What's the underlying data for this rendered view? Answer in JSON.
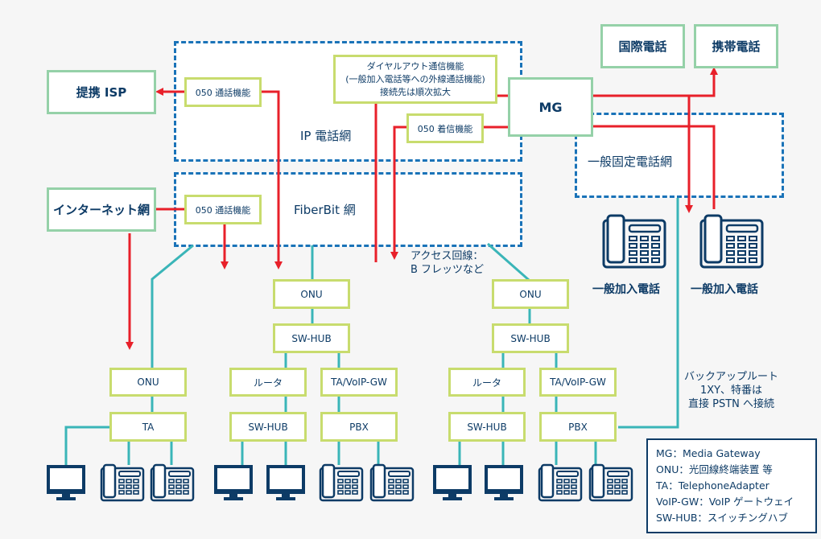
{
  "zones": {
    "ip_network": "IP 電話網",
    "fiberbit_network": "FiberBit 網",
    "fixed_network": "一般固定電話網"
  },
  "external": {
    "partner_isp": "提携 ISP",
    "internet": "インターネット網",
    "international": "国際電話",
    "mobile": "携帯電話",
    "mg": "MG"
  },
  "functions": {
    "call_050_ip": "050 通話機能",
    "call_050_fiber": "050 通話機能",
    "incoming_050": "050 着信機能",
    "dialout": [
      "ダイヤルアウト通信機能",
      "(一般加入電話等への外線通話機能)",
      "接続先は順次拡大"
    ]
  },
  "access_note": [
    "アクセス回線：",
    "B フレッツなど"
  ],
  "subscriber_phones": [
    "一般加入電話",
    "一般加入電話"
  ],
  "backup_note": [
    "バックアップルート",
    "1XY、特番は",
    "直接 PSTN へ接続"
  ],
  "site_left": {
    "onu": "ONU",
    "ta": "TA"
  },
  "site_mid": {
    "onu": "ONU",
    "hub": "SW-HUB",
    "router": "ルータ",
    "gw": "TA/VoIP-GW",
    "hub2": "SW-HUB",
    "pbx": "PBX"
  },
  "site_right": {
    "onu": "ONU",
    "hub": "SW-HUB",
    "router": "ルータ",
    "gw": "TA/VoIP-GW",
    "hub2": "SW-HUB",
    "pbx": "PBX"
  },
  "legend": [
    "MG：Media Gateway",
    "ONU：光回線終端装置 等",
    "TA：TelephoneAdapter",
    "VoIP-GW：VoIP ゲートウェイ",
    "SW-HUB：スイッチングハブ"
  ],
  "colors": {
    "signal": "#e8202a",
    "link": "#3ab5b8",
    "zone": "#1a73b8",
    "text": "#0d3b66"
  }
}
